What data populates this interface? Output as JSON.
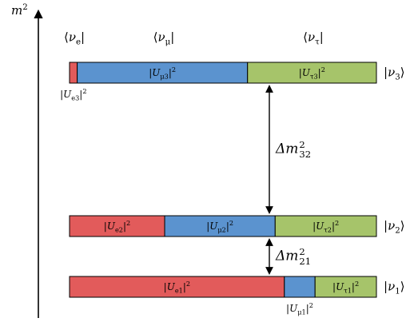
{
  "axis": {
    "label_base": "m",
    "label_sup": "2"
  },
  "flavors": [
    {
      "name": "flavor-e",
      "sub": "e"
    },
    {
      "name": "flavor-mu",
      "sub": "μ"
    },
    {
      "name": "flavor-tau",
      "sub": "τ"
    }
  ],
  "colors": {
    "e": "#e25b5b",
    "mu": "#5b93cf",
    "tau": "#a6c46a"
  },
  "mass_states": [
    {
      "id": "3",
      "state_sub": "3",
      "fractions": {
        "e": 0.025,
        "mu": 0.555,
        "tau": 0.42
      },
      "labels": [
        {
          "flavor": "e",
          "sub": "e3",
          "pos": "below"
        },
        {
          "flavor": "mu",
          "sub": "μ3",
          "pos": "inside"
        },
        {
          "flavor": "tau",
          "sub": "τ3",
          "pos": "inside"
        }
      ]
    },
    {
      "id": "2",
      "state_sub": "2",
      "fractions": {
        "e": 0.31,
        "mu": 0.36,
        "tau": 0.33
      },
      "labels": [
        {
          "flavor": "e",
          "sub": "e2",
          "pos": "inside"
        },
        {
          "flavor": "mu",
          "sub": "μ2",
          "pos": "inside"
        },
        {
          "flavor": "tau",
          "sub": "τ2",
          "pos": "inside"
        }
      ]
    },
    {
      "id": "1",
      "state_sub": "1",
      "fractions": {
        "e": 0.7,
        "mu": 0.1,
        "tau": 0.2
      },
      "labels": [
        {
          "flavor": "e",
          "sub": "e1",
          "pos": "inside"
        },
        {
          "flavor": "mu",
          "sub": "μ1",
          "pos": "below"
        },
        {
          "flavor": "tau",
          "sub": "τ1",
          "pos": "inside"
        }
      ]
    }
  ],
  "splittings": [
    {
      "name": "dm32",
      "base": "Δm",
      "sub": "32",
      "sup": "2",
      "from": "2",
      "to": "3"
    },
    {
      "name": "dm21",
      "base": "Δm",
      "sub": "21",
      "sup": "2",
      "from": "1",
      "to": "2"
    }
  ]
}
